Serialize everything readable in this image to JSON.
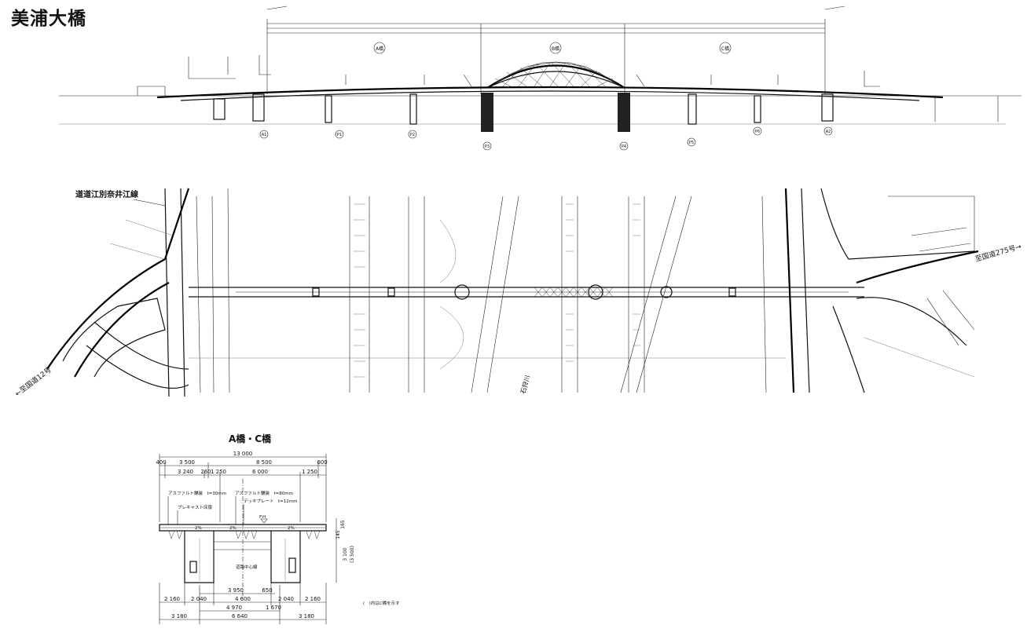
{
  "title": "美浦大橋",
  "elevation": {
    "spans": [
      {
        "id": "A",
        "label": "A橋"
      },
      {
        "id": "B",
        "label": "B橋"
      },
      {
        "id": "C",
        "label": "C橋"
      }
    ],
    "piers": [
      "A1",
      "P1",
      "P2",
      "P3",
      "P4",
      "P5",
      "P6",
      "A2"
    ]
  },
  "plan": {
    "road_label_top": "道道江別奈井江線",
    "road_label_left": "←至国道12号",
    "road_label_right": "至国道275号→",
    "river_label": "石狩川"
  },
  "section": {
    "title": "A橋・C橋",
    "dims_top": {
      "total": "13 000",
      "row1": [
        "400",
        "3 500",
        "8 500",
        "600"
      ],
      "row2": [
        "3 240",
        "260",
        "1 250",
        "6 000",
        "1 250"
      ]
    },
    "labels": {
      "asphalt_left": "アスファルト舗装　t=30mm",
      "asphalt_right": "アスファルト舗装　t=80mm",
      "precast": "プレキャスト床版",
      "deck_plate": "デッキプレート　t=12mm",
      "fh": "F.H",
      "slope_left": "2%",
      "slope_mid": "2%",
      "slope_right": "2%",
      "center": "道路中心線",
      "note": "(　)内はC橋を示す"
    },
    "dims_right": [
      "165",
      "145",
      "3 100",
      "(3 500)"
    ],
    "dims_bottom": {
      "row1": [
        "3 950",
        "650"
      ],
      "row2": [
        "2 160",
        "2 040",
        "4 600",
        "2 040",
        "2 160"
      ],
      "row3": [
        "4 970",
        "1 670"
      ],
      "row4": [
        "3 180",
        "6 640",
        "3 180"
      ]
    }
  }
}
